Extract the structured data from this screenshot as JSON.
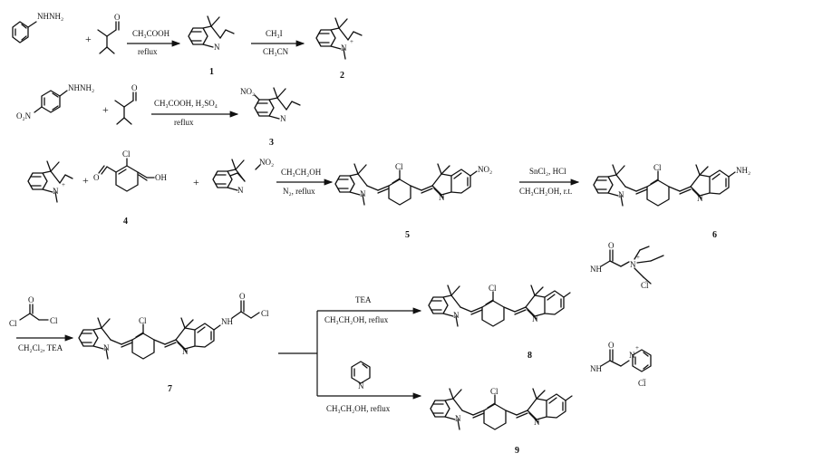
{
  "plus_sign": "+",
  "atoms": {
    "nhnh2": "NHNH₂",
    "o": "O",
    "n": "N",
    "cl": "Cl",
    "oh": "OH",
    "no2": "NO₂",
    "o2n": "O₂N",
    "nh2": "NH₂",
    "nh": "NH",
    "cl_minus": "Cl",
    "pos": "+",
    "neg": "–"
  },
  "compound_numbers": {
    "c1": "1",
    "c2": "2",
    "c3": "3",
    "c4": "4",
    "c5": "5",
    "c6": "6",
    "c7": "7",
    "c8": "8",
    "c9": "9"
  },
  "conditions": {
    "r1_top": "CH₃COOH",
    "r1_bottom": "reflux",
    "r2_top": "CH₃I",
    "r2_bottom": "CH₃CN",
    "r3_top": "CH₃COOH, H₂SO₄",
    "r3_bottom": "reflux",
    "r4_top": "CH₃CH₂OH",
    "r4_bottom": "N₂, reflux",
    "r5_top": "SnCl₂, HCl",
    "r5_bottom": "CH₃CH₂OH, r.t.",
    "r6_bottom": "CH₂Cl₂, TEA",
    "r7_top": "TEA",
    "r7_bottom": "CH₃CH₂OH, reflux",
    "r8_bottom": "CH₃CH₂OH, reflux"
  }
}
